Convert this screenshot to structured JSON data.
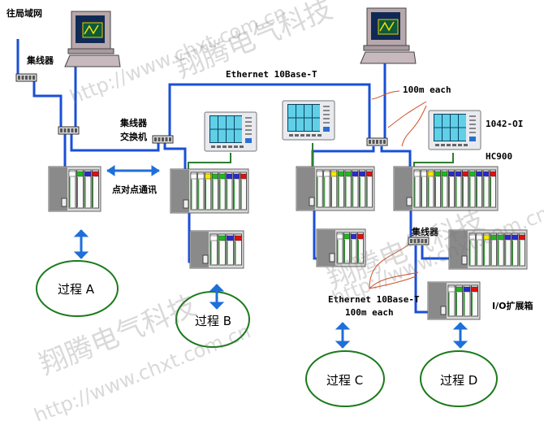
{
  "labels": {
    "lan": "往局域网",
    "hub1": "集线器",
    "hub_switch_1": "集线器",
    "hub_switch_2": "交换机",
    "ethernet_top": "Ethernet 10Base-T",
    "each_top": "100m each",
    "p2p": "点对点通讯",
    "oi": "1042-OI",
    "hc900": "HC900",
    "hub5": "集线器",
    "ethernet_bottom": "Ethernet 10Base-T",
    "each_bottom": "100m each",
    "io_box": "I/O扩展箱"
  },
  "processes": {
    "a": "过程 A",
    "b": "过程 B",
    "c": "过程 C",
    "d": "过程 D"
  },
  "watermark": {
    "company": "翔腾电气科技",
    "url": "http://www.chxt.com.cn"
  },
  "colors": {
    "ethernet": "#1a4fd6",
    "serial": "#2e7d32",
    "cable_note": "#d0502a",
    "ellipse": "#1b7a1b",
    "arrow": "#1e6fd9",
    "module_tops": [
      "#ffffff",
      "#ffffff",
      "#f5e900",
      "#1fb81f",
      "#1fb81f",
      "#2a2acc",
      "#2a2acc",
      "#e01010"
    ],
    "module_tops_short": [
      "#ffffff",
      "#1fb81f",
      "#2a2acc",
      "#e01010"
    ]
  }
}
